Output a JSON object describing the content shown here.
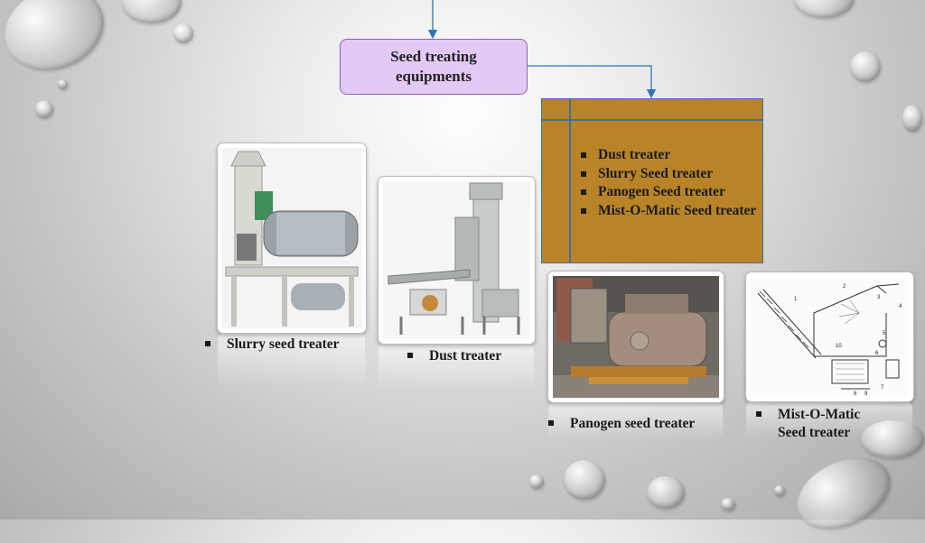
{
  "title": {
    "line1": "Seed treating",
    "line2": "equipments"
  },
  "list": {
    "items": [
      "Dust treater",
      "Slurry Seed treater",
      "Panogen Seed treater",
      "Mist-O-Matic Seed treater"
    ]
  },
  "captions": {
    "slurry": "Slurry seed treater",
    "dust": "Dust treater",
    "panogen": "Panogen seed treater",
    "mist_line1": "Mist-O-Matic",
    "mist_line2": "Seed treater"
  },
  "diagram_labels": [
    "1",
    "2",
    "3",
    "4",
    "5",
    "6",
    "7",
    "8",
    "9",
    "10"
  ],
  "colors": {
    "title_fill": "#e3c9f5",
    "list_fill": "#b98427",
    "connector": "#2e75b6"
  },
  "icons": [
    "water-drop-icon",
    "bullet-square-icon",
    "arrow-down-icon"
  ]
}
